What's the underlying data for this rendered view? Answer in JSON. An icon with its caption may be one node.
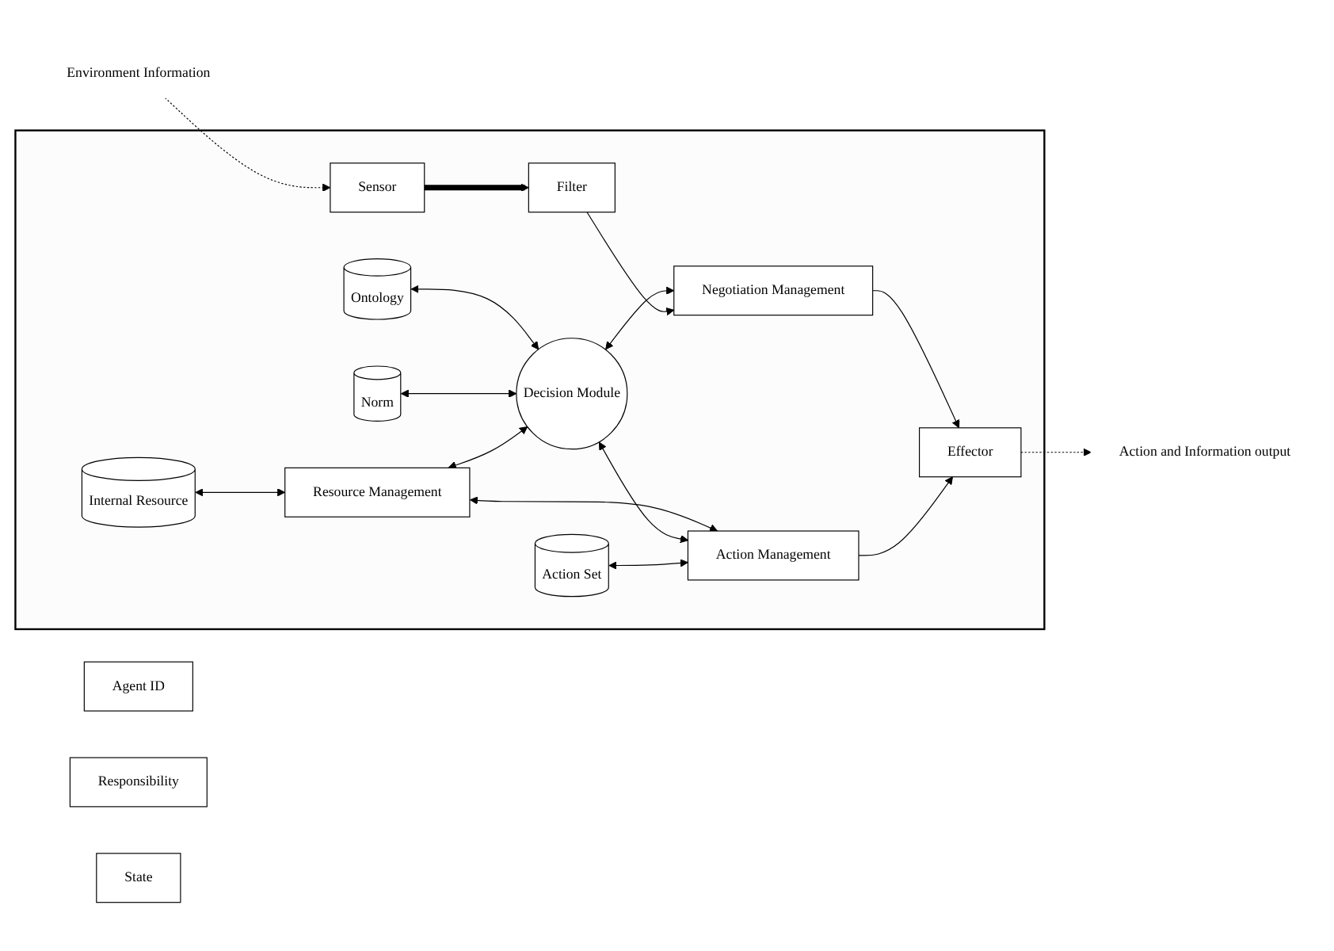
{
  "diagram": {
    "nodes": [
      {
        "text": [
          "Agent ID"
        ]
      },
      {
        "text": [
          "Responsibility"
        ]
      },
      {
        "text": [
          "State"
        ]
      },
      {
        "text": [],
        "shape": "box"
      },
      {
        "text": [
          "Internal Resource"
        ],
        "in": 3
      },
      {
        "text": [
          "Ontology"
        ],
        "in": 3
      },
      {
        "text": [
          "Norm"
        ],
        "in": 3
      },
      {
        "text": [
          "Resource Management"
        ],
        "in": 3
      },
      {
        "text": [
          "Decision Module"
        ],
        "in": 3
      },
      {
        "text": [
          "Negotiation Management"
        ],
        "in": 3
      },
      {
        "text": [
          "Filter"
        ],
        "in": 3
      },
      {
        "text": [
          "Sensor"
        ],
        "in": 3
      },
      {
        "text": [
          "Effector"
        ],
        "in": 3
      },
      {
        "text": [
          "Action Set"
        ],
        "in": 3
      },
      {
        "text": [
          "Action Management"
        ],
        "in": 3
      },
      {
        "text": [
          "Environment Information"
        ]
      },
      {
        "text": [
          "Action and Information output"
        ]
      }
    ],
    "edges": [
      {
        "from": 4,
        "to": 7,
        "arrow": "both"
      },
      {
        "from": 5,
        "to": 8,
        "arrow": "both"
      },
      {
        "from": 6,
        "to": 8,
        "arrow": "both"
      },
      {
        "from": 8,
        "to": 9,
        "arrow": "both"
      },
      {
        "from": 10,
        "to": 9,
        "arrow": "to"
      },
      {
        "from": 11,
        "to": 10,
        "arrow": "to",
        "style": "thick"
      },
      {
        "from": 7,
        "to": 8,
        "arrow": "both"
      },
      {
        "from": 7,
        "to": 14,
        "arrow": "both"
      },
      {
        "from": 8,
        "to": 14,
        "arrow": "both"
      },
      {
        "from": 9,
        "to": 12,
        "arrow": "to"
      },
      {
        "from": 13,
        "to": 14,
        "arrow": "both"
      },
      {
        "from": 14,
        "to": 12,
        "arrow": "to"
      },
      {
        "from": 15,
        "to": 11,
        "arrow": "to",
        "style": "dashed"
      },
      {
        "from": 12,
        "to": 16,
        "arrow": "to",
        "style": "dashed"
      }
    ]
  }
}
